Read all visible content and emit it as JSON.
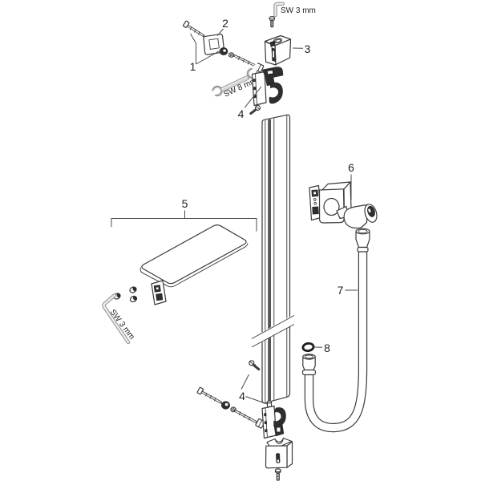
{
  "figure": {
    "type": "exploded-parts-diagram",
    "background": "#ffffff"
  },
  "colors": {
    "line": "#3a3a3a",
    "dark_fill": "#2e2e2e",
    "tool_gray": "#9c9c9c",
    "text": "#1f1f1f",
    "background": "#ffffff"
  },
  "parts": {
    "p1": "1",
    "p2": "2",
    "p3": "3",
    "p4": "4",
    "p5": "5",
    "p6": "6",
    "p7": "7",
    "p8": "8"
  },
  "tools": {
    "allen_top": "SW 3 mm",
    "wrench": "SW 8 mm",
    "allen_shelf": "SW 3 mm"
  }
}
